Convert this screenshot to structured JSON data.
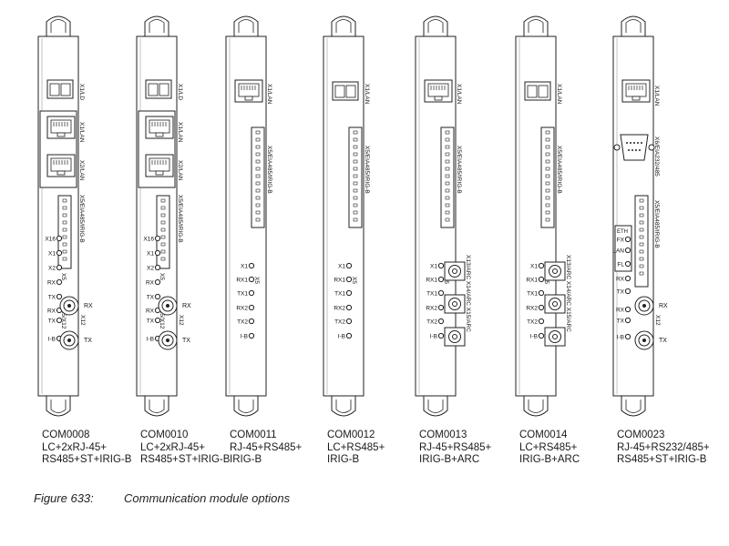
{
  "modules": [
    {
      "code": "COM0008",
      "desc": [
        "LC+2xRJ-45+",
        "RS485+ST+IRIG-B"
      ],
      "top": [
        {
          "kind": "lc",
          "label": "X1/LD"
        },
        {
          "kind": "rj",
          "label": "X1/LAN"
        },
        {
          "kind": "rj",
          "label": "X2/LAN"
        }
      ],
      "term": "X5/EIA485/IRIG-B",
      "leds": [
        "X16",
        "X1",
        "X2",
        "RX",
        "TX",
        "RX",
        "TX",
        "I-B"
      ],
      "side": [
        "X5",
        "X5/X12"
      ],
      "bnc": [
        "RX",
        "TX"
      ],
      "bnc_label": "X12"
    },
    {
      "code": "COM0010",
      "desc": [
        "LC+2xRJ-45+",
        "RS485+ST+IRIG-B"
      ],
      "top": [
        {
          "kind": "lc",
          "label": "X1/LD"
        },
        {
          "kind": "rj",
          "label": "X1/LAN"
        },
        {
          "kind": "rj",
          "label": "X2/LAN"
        }
      ],
      "term": "X5/EIA485/IRIG-B",
      "leds": [
        "X16",
        "X1",
        "X2",
        "RX",
        "TX",
        "RX",
        "TX",
        "I-B"
      ],
      "side": [
        "X5",
        "X5/X12"
      ],
      "bnc": [
        "RX",
        "TX"
      ],
      "bnc_label": "X12"
    },
    {
      "code": "COM0011",
      "desc": [
        "RJ-45+RS485+",
        "IRIG-B"
      ],
      "top": [
        {
          "kind": "rj",
          "label": "X1/LAN"
        }
      ],
      "term": "X5/EIA485/IRIG-B",
      "leds": [
        "X1",
        "RX1",
        "TX1",
        "RX2",
        "TX2",
        "I-B"
      ],
      "side": [
        "X5"
      ]
    },
    {
      "code": "COM0012",
      "desc": [
        "LC+RS485+",
        "IRIG-B"
      ],
      "top": [
        {
          "kind": "lc",
          "label": "X1/LAN"
        }
      ],
      "term": "X5/EIA485/IRIG-B",
      "leds": [
        "X1",
        "RX1",
        "TX1",
        "RX2",
        "TX2",
        "I-B"
      ],
      "side": [
        "X5"
      ]
    },
    {
      "code": "COM0013",
      "desc": [
        "RJ-45+RS485+",
        "IRIG-B+ARC"
      ],
      "top": [
        {
          "kind": "rj",
          "label": "X1/LAN"
        }
      ],
      "term": "X5/EIA485/IRIG-B",
      "leds": [
        "X1",
        "RX1",
        "TX1",
        "RX2",
        "TX2",
        "I-B"
      ],
      "side": [
        "X5"
      ],
      "arc": [
        "X13/ARC",
        "X14/ARC",
        "X15/ARC"
      ]
    },
    {
      "code": "COM0014",
      "desc": [
        "LC+RS485+",
        "IRIG-B+ARC"
      ],
      "top": [
        {
          "kind": "lc",
          "label": "X1/LAN"
        }
      ],
      "term": "X5/EIA485/IRIG-B",
      "leds": [
        "X1",
        "RX1",
        "TX1",
        "RX2",
        "TX2",
        "I-B"
      ],
      "side": [
        "X5"
      ],
      "arc": [
        "X13/ARC",
        "X14/ARC",
        "X15/ARC"
      ]
    },
    {
      "code": "COM0023",
      "desc": [
        "RJ-45+RS232/485+",
        "RS485+ST+IRIG-B"
      ],
      "top": [
        {
          "kind": "rj",
          "label": "X1/LAN"
        }
      ],
      "db9": "X6/EIA232/485",
      "term": "X5/EIA485/IRIG-B",
      "eth": [
        "ETH",
        "FX",
        "LAN",
        "FL"
      ],
      "leds": [
        "RX",
        "TX",
        "RX",
        "TX",
        "I-B"
      ],
      "side": [
        "X12",
        "X5"
      ],
      "bnc": [
        "RX",
        "TX"
      ],
      "bnc_label": "X12"
    }
  ],
  "figure": {
    "number": "Figure 633:",
    "title": "Communication module options"
  }
}
